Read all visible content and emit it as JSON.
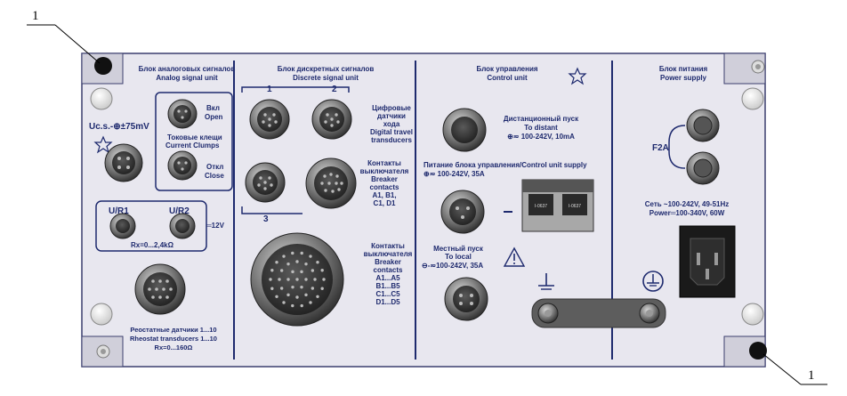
{
  "callouts": {
    "left": "1",
    "right": "1"
  },
  "analog": {
    "title_ru": "Блок аналоговых сигналов",
    "title_en": "Analog signal unit",
    "ucs": "Uc.s.-⊕±75mV",
    "on_ru": "Вкл",
    "on_en": "Open",
    "clamps_ru": "Токовые клещи",
    "clamps_en": "Current Clumps",
    "off_ru": "Откл",
    "off_en": "Close",
    "ur1": "U/R1",
    "ur2": "U/R2",
    "v12": "═12V",
    "rx": "Rx=0...2,4kΩ",
    "rheo_ru": "Реостатные датчики 1...10",
    "rheo_en": "Rheostat transducers 1...10",
    "rheo_rx": "Rx=0...160Ω"
  },
  "discrete": {
    "title_ru": "Блок дискретных сигналов",
    "title_en": "Discrete signal unit",
    "n1": "1",
    "n2": "2",
    "n3": "3",
    "dig_1": "Цифровые",
    "dig_2": "датчики",
    "dig_3": "хода",
    "dig_4": "Digital travel",
    "dig_5": "transducers",
    "bc_1": "Контакты",
    "bc_2": "выключателя",
    "bc_3": "Breaker",
    "bc_4": "contacts",
    "bc_5": "A1, B1,",
    "bc_6": "C1, D1",
    "bc2_1": "Контакты",
    "bc2_2": "выключателя",
    "bc2_3": "Breaker",
    "bc2_4": "contacts",
    "bc2_5": "A1...A5",
    "bc2_6": "B1...B5",
    "bc2_7": "C1...C5",
    "bc2_8": "D1...D5"
  },
  "control": {
    "title_ru": "Блок управления",
    "title_en": "Control unit",
    "distant_ru": "Дистанционный пуск",
    "distant_en": "To distant",
    "distant_spec": "⊕≂ 100-242V, 10mA",
    "supply": "Питание блока управления/Control unit supply",
    "supply_spec": "⊕≂ 100-242V, 35A",
    "local_ru": "Местный пуск",
    "local_en": "To local",
    "local_spec": "⊖-≂100-242V, 35A",
    "fuse_a": "I-0637",
    "fuse_b": "I-0637"
  },
  "power": {
    "title_ru": "Блок питания",
    "title_en": "Power supply",
    "fuse": "F2A",
    "mains": "Сеть ~100-242V, 49-51Hz",
    "power": "Power═100-340V, 60W"
  }
}
